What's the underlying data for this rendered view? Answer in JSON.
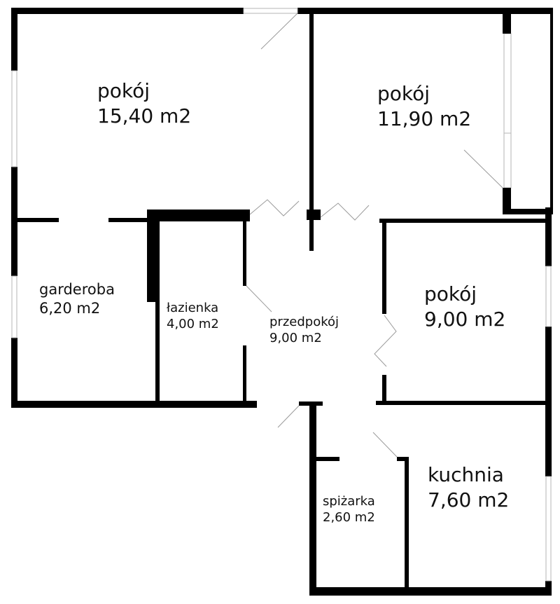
{
  "floor_plan": {
    "unit": "m2",
    "rooms": [
      {
        "id": "room-1",
        "name": "pokój",
        "area": "15,40 m2"
      },
      {
        "id": "room-2",
        "name": "pokój",
        "area": "11,90 m2"
      },
      {
        "id": "wardrobe",
        "name": "garderoba",
        "area": "6,20 m2"
      },
      {
        "id": "bathroom",
        "name": "łazienka",
        "area": "4,00 m2"
      },
      {
        "id": "hallway",
        "name": "przedpokój",
        "area": "9,00 m2"
      },
      {
        "id": "room-3",
        "name": "pokój",
        "area": "9,00 m2"
      },
      {
        "id": "pantry",
        "name": "spiżarka",
        "area": "2,60 m2"
      },
      {
        "id": "kitchen",
        "name": "kuchnia",
        "area": "7,60 m2"
      }
    ],
    "colors": {
      "wall": "#000000",
      "window_frame": "#b5b5b5",
      "door_swing": "#9a9a9a",
      "background": "#ffffff"
    }
  }
}
